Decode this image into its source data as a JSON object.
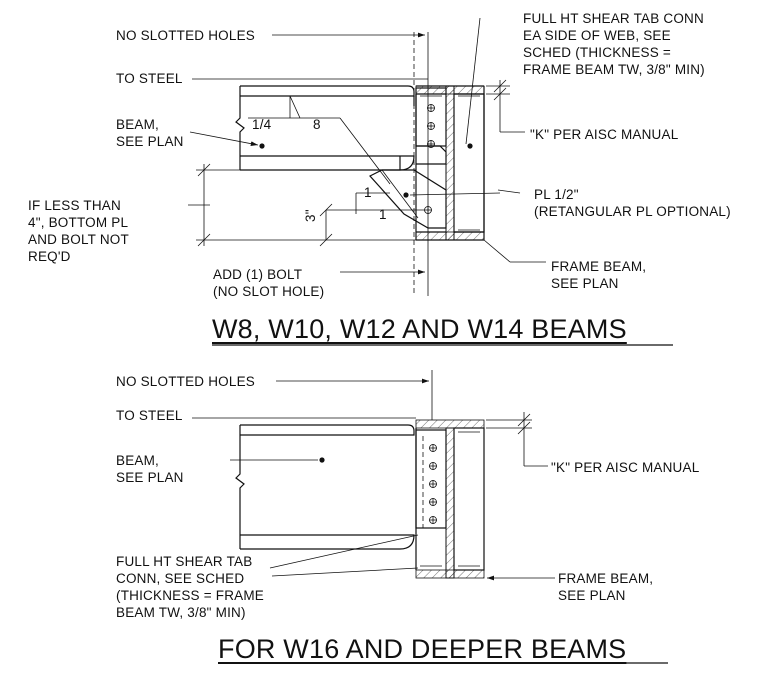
{
  "detail1": {
    "title": "W8, W10, W12 AND W14 BEAMS",
    "no_slotted_holes": "NO SLOTTED HOLES",
    "to_steel": "TO STEEL",
    "beam_see_plan": "BEAM,\nSEE PLAN",
    "if_less_than": "IF LESS THAN\n4\", BOTTOM PL\nAND BOLT NOT\nREQ'D",
    "add_bolt": "ADD (1) BOLT\n(NO SLOT HOLE)",
    "shear_tab": "FULL HT SHEAR TAB CONN\nEA SIDE OF WEB, SEE\nSCHED (THICKNESS =\nFRAME BEAM TW, 3/8\" MIN)",
    "k_per_aisc": "\"K\" PER AISC MANUAL",
    "pl_half": "PL 1/2\"\n(RETANGULAR PL OPTIONAL)",
    "frame_beam": "FRAME BEAM,\nSEE PLAN",
    "weld_size": "1/4",
    "weld_length": "8",
    "slope_rise": "1",
    "slope_run": "1",
    "dim_3": "3\""
  },
  "detail2": {
    "title": "FOR W16 AND DEEPER BEAMS",
    "no_slotted_holes": "NO SLOTTED HOLES",
    "to_steel": "TO STEEL",
    "beam_see_plan": "BEAM,\nSEE PLAN",
    "shear_tab": "FULL HT SHEAR TAB\nCONN, SEE SCHED\n(THICKNESS = FRAME\nBEAM TW, 3/8\" MIN)",
    "k_per_aisc": "\"K\" PER AISC MANUAL",
    "frame_beam": "FRAME BEAM,\nSEE PLAN"
  }
}
